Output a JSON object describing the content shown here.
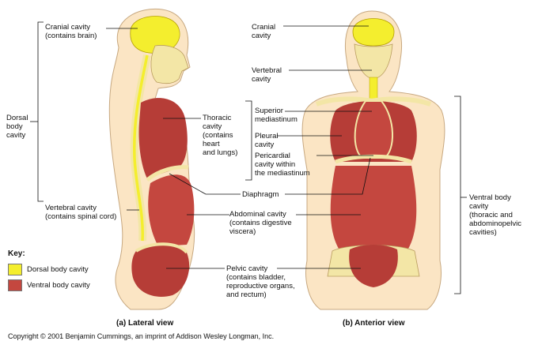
{
  "colors": {
    "dorsal": "#f4ee2e",
    "ventral": "#c4473f",
    "skin": "#fbe5c4",
    "bone": "#f3e6a6",
    "outline": "#b9a27c"
  },
  "lateral": {
    "title": "(a) Lateral view",
    "labels": {
      "cranial": "Cranial cavity\n(contains brain)",
      "dorsal": "Dorsal\nbody\ncavity",
      "thoracic": "Thoracic\ncavity\n(contains\nheart\nand lungs)",
      "diaphragm": "Diaphragm",
      "vertebral": "Vertebral cavity\n(contains spinal cord)",
      "abdominal": "Abdominal cavity\n(contains digestive\nviscera)",
      "pelvic": "Pelvic cavity\n(contains bladder,\nreproductive organs,\nand rectum)"
    }
  },
  "anterior": {
    "title": "(b) Anterior view",
    "labels": {
      "cranial": "Cranial\ncavity",
      "vertebral": "Vertebral\ncavity",
      "superior": "Superior\nmediastinum",
      "pleural": "Pleural\ncavity",
      "pericardial": "Pericardial\ncavity within\nthe mediastinum",
      "ventral": "Ventral body\ncavity\n(thoracic and\nabdominopelvic\ncavities)"
    }
  },
  "key": {
    "title": "Key:",
    "items": [
      {
        "label": "Dorsal body cavity",
        "color": "#f4ee2e"
      },
      {
        "label": "Ventral body cavity",
        "color": "#c4473f"
      }
    ]
  },
  "copyright": "Copyright © 2001 Benjamin Cummings, an imprint of Addison Wesley Longman, Inc."
}
